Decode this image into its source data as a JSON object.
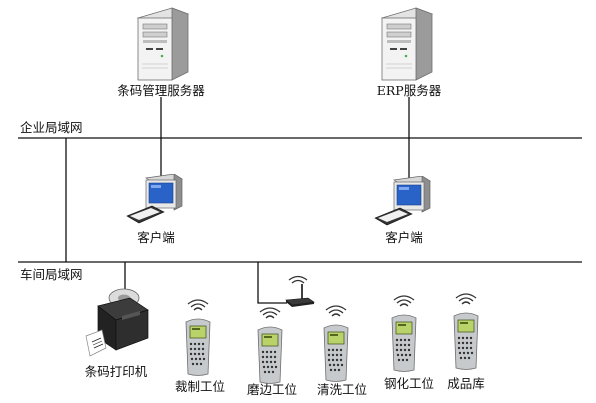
{
  "networks": {
    "enterprise_lan": "企业局域网",
    "workshop_lan": "车间局域网"
  },
  "servers": [
    {
      "label": "条码管理服务器"
    },
    {
      "label": "ERP服务器"
    }
  ],
  "clients": [
    {
      "label": "客户端"
    },
    {
      "label": "客户端"
    }
  ],
  "printer": {
    "label": "条码打印机"
  },
  "handhelds": [
    {
      "label": "裁制工位"
    },
    {
      "label": "磨边工位"
    },
    {
      "label": "清洗工位"
    },
    {
      "label": "钢化工位"
    },
    {
      "label": "成品库"
    }
  ],
  "colors": {
    "line": "#111111",
    "server_body": "#f3f3f3",
    "client_screen": "#2a63c8",
    "printer_body": "#2b2b2b",
    "handheld_body": "#c7cacd",
    "handheld_screen": "#b9d36a",
    "signal": "#333333"
  }
}
